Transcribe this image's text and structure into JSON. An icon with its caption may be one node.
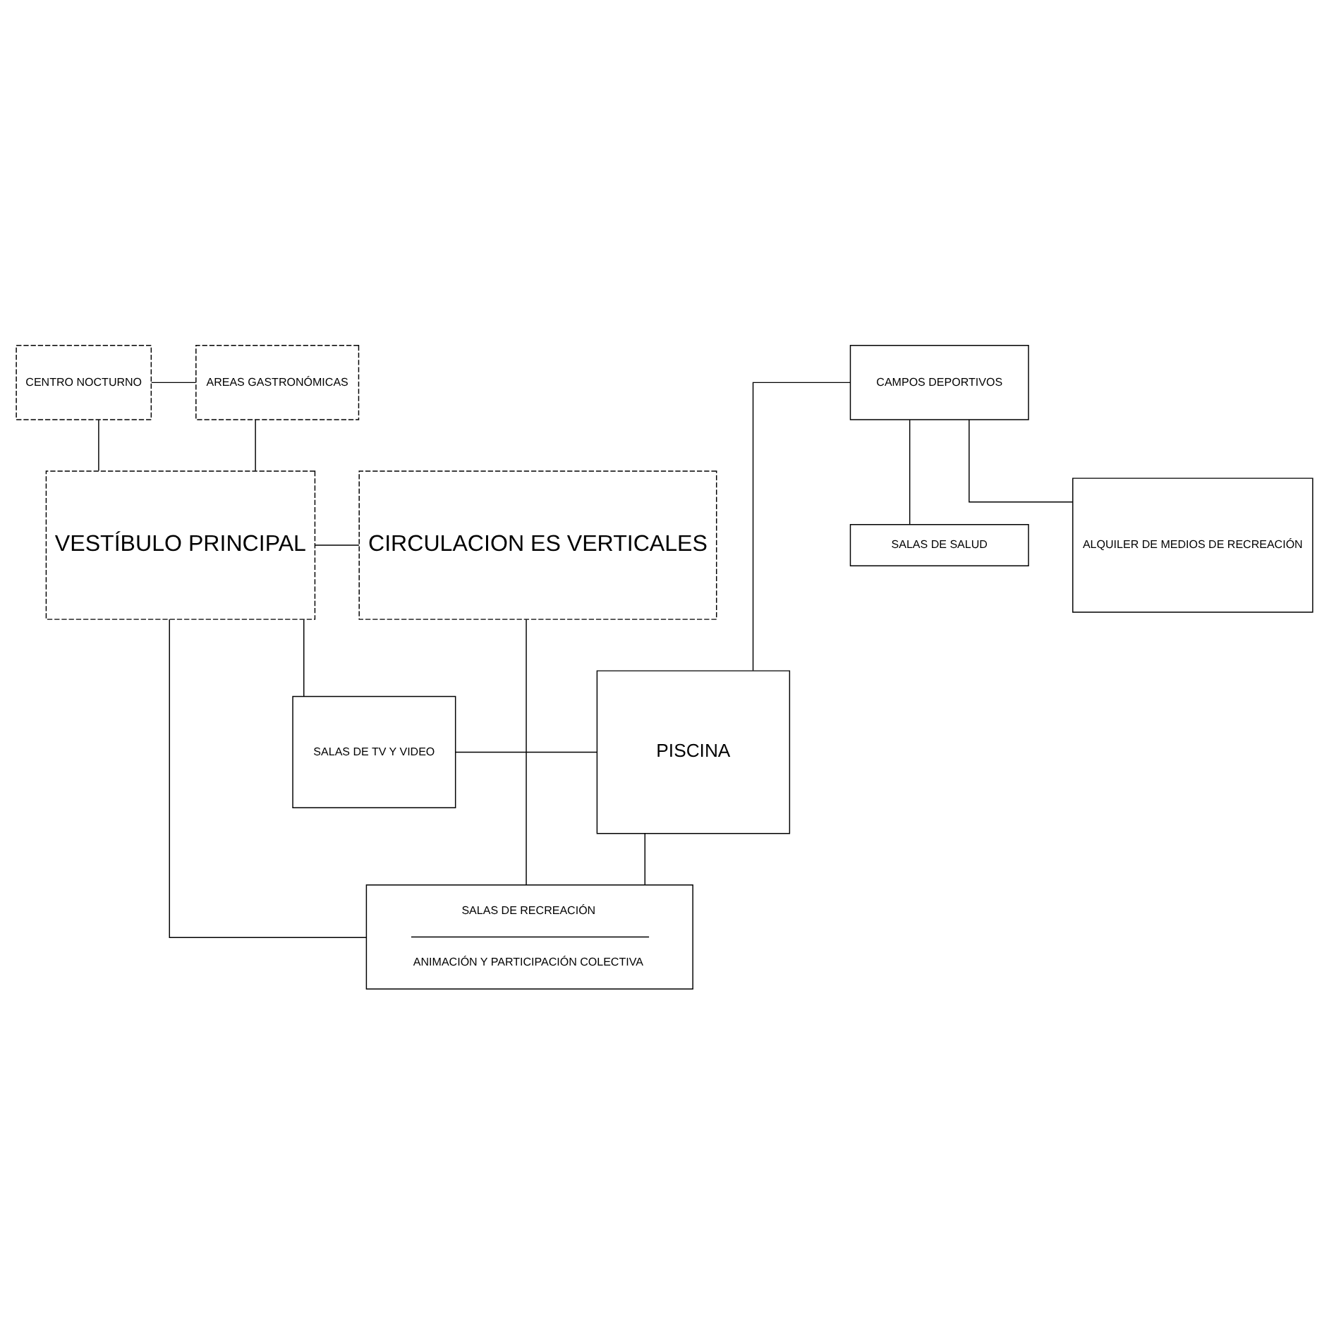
{
  "diagram": {
    "nodes": [
      {
        "text": [
          "CENTRO NOCTURNO"
        ]
      },
      {
        "text": [
          "AREAS GASTRONÓMICAS"
        ]
      },
      {
        "text": [
          "CAMPOS DEPORTIVOS"
        ]
      },
      {
        "text": [
          "SALAS DE SALUD"
        ]
      },
      {
        "text": [
          "ALQUILER DE MEDIOS DE RECREACIÓN"
        ]
      },
      {
        "text": [
          "VESTÍBULO PRINCIPAL"
        ]
      },
      {
        "text": [
          "CIRCULACION ES VERTICALES"
        ]
      },
      {
        "text": [
          "SALAS DE TV Y VIDEO"
        ]
      },
      {
        "text": [
          "PISCINA"
        ]
      },
      {
        "text": [
          "SALAS DE RECREACIÓN",
          "ANIMACIÓN Y PARTICIPACIÓN COLECTIVA"
        ]
      }
    ],
    "edges": [
      {
        "from": 0,
        "to": 1,
        "arrow": "none"
      },
      {
        "from": 0,
        "to": 5,
        "arrow": "none"
      },
      {
        "from": 1,
        "to": 5,
        "arrow": "none"
      },
      {
        "from": 5,
        "to": 6,
        "arrow": "none"
      },
      {
        "from": 2,
        "to": 3,
        "arrow": "none"
      },
      {
        "from": 2,
        "to": 4,
        "arrow": "none"
      },
      {
        "from": 2,
        "to": 8,
        "arrow": "none"
      },
      {
        "from": 5,
        "to": 7,
        "arrow": "none"
      },
      {
        "from": 5,
        "to": 9,
        "arrow": "none"
      },
      {
        "from": 7,
        "to": 8,
        "arrow": "none"
      },
      {
        "from": 6,
        "to": 9,
        "arrow": "none"
      },
      {
        "from": 8,
        "to": 9,
        "arrow": "none"
      }
    ]
  }
}
